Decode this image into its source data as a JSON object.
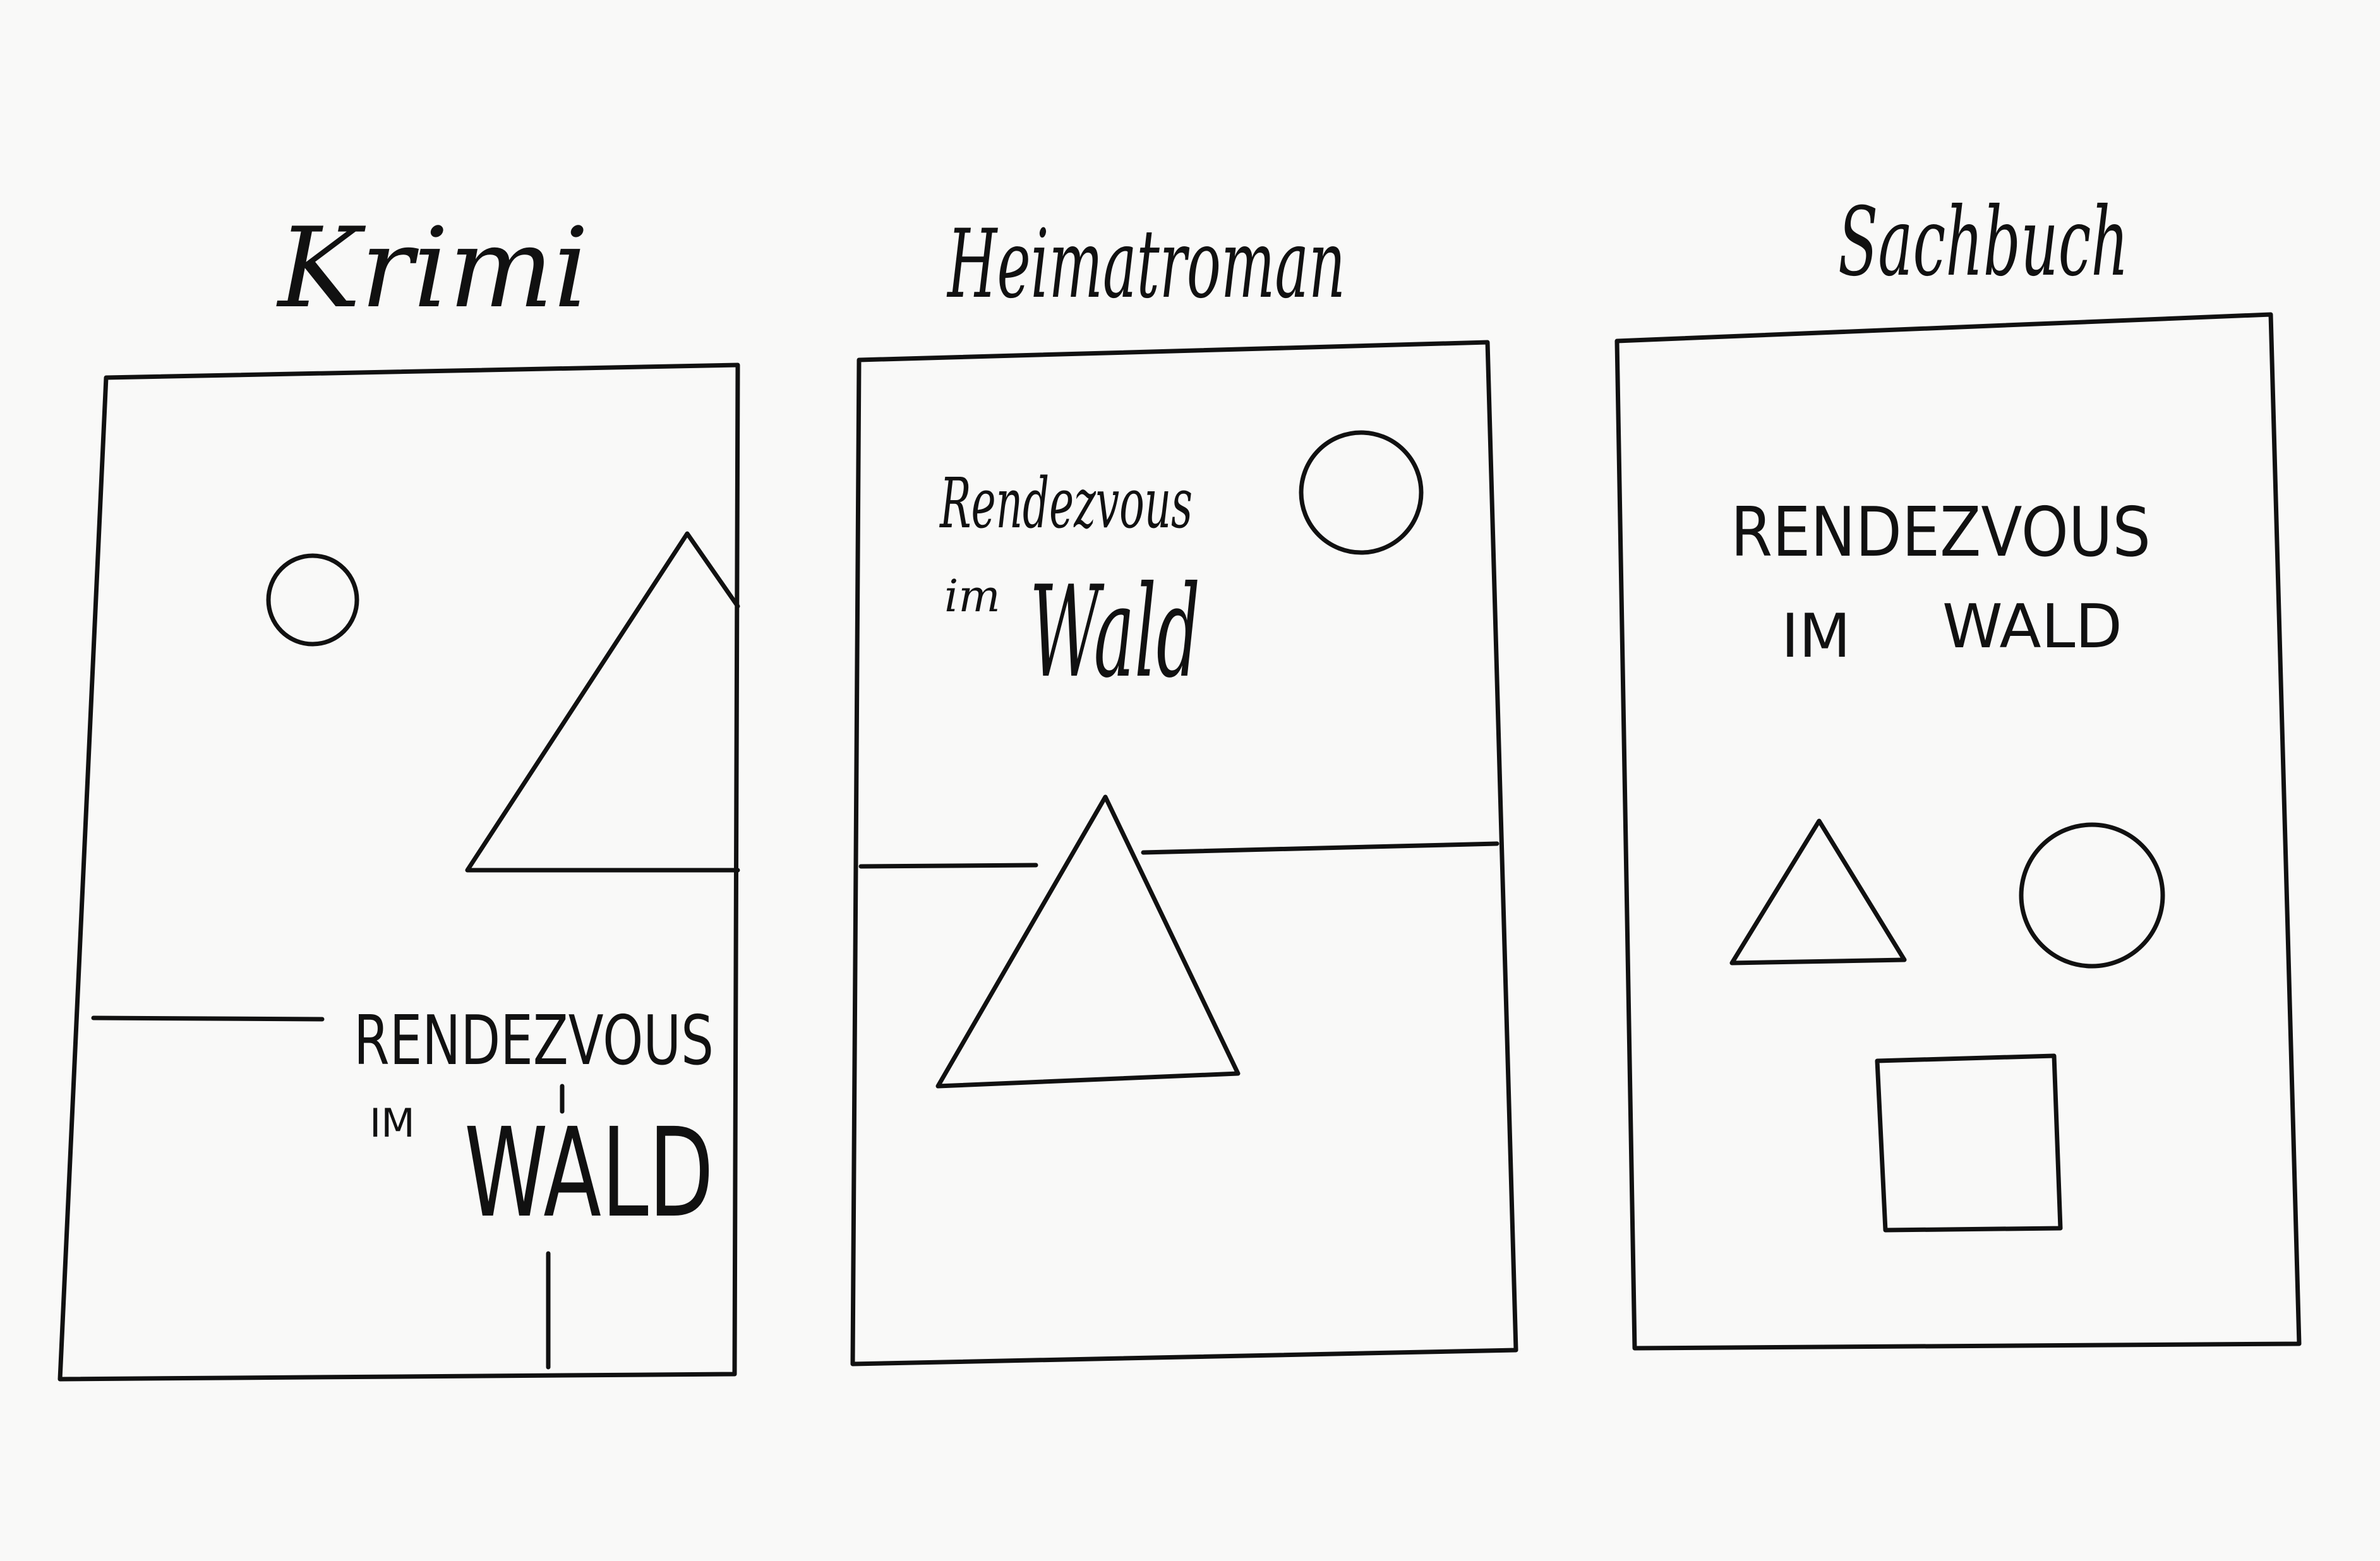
{
  "sketches": [
    {
      "genre": "Krimi",
      "title_line1": "RENDEZVOUS",
      "title_line2a": "IM",
      "title_line2b": "WALD"
    },
    {
      "genre": "Heimatroman",
      "title_line1": "Rendezvous",
      "title_line2a": "im",
      "title_line2b": "Wald"
    },
    {
      "genre": "Sachbuch",
      "title_line1": "RENDEZVOUS",
      "title_line2a": "IM",
      "title_line2b": "WALD"
    }
  ]
}
